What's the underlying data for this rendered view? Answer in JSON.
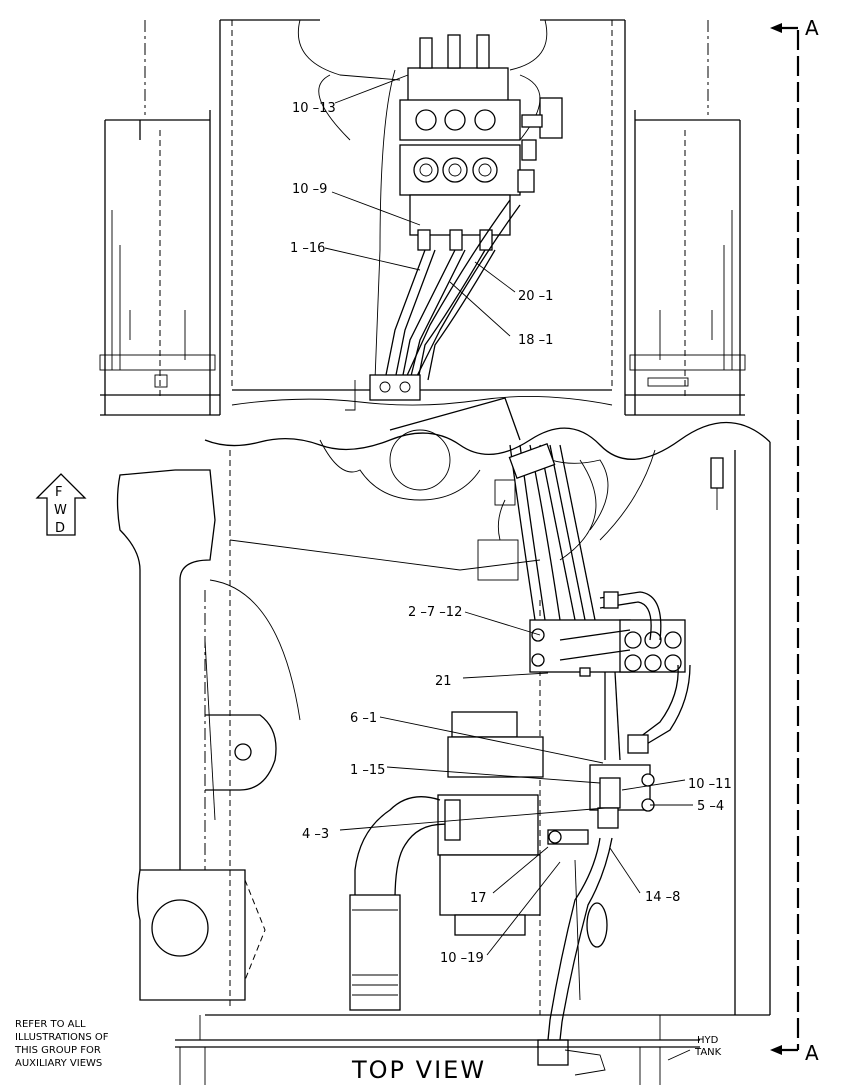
{
  "view_title": "TOP VIEW",
  "section_marker": {
    "top": "A",
    "bottom": "A"
  },
  "forward_indicator": {
    "letters": [
      "F",
      "W",
      "D"
    ]
  },
  "note_lines": [
    "REFER TO ALL",
    "ILLUSTRATIONS OF",
    "THIS GROUP FOR",
    "AUXILIARY VIEWS"
  ],
  "tank_label": [
    "HYD",
    "TANK"
  ],
  "callouts": [
    {
      "id": "c-10-13",
      "text": "10 –13"
    },
    {
      "id": "c-10-9",
      "text": "10 –9"
    },
    {
      "id": "c-1-16",
      "text": "1 –16"
    },
    {
      "id": "c-20-1",
      "text": "20 –1"
    },
    {
      "id": "c-18-1",
      "text": "18 –1"
    },
    {
      "id": "c-2-7-12",
      "text": "2 –7 –12"
    },
    {
      "id": "c-21",
      "text": "21"
    },
    {
      "id": "c-6-1",
      "text": "6 –1"
    },
    {
      "id": "c-1-15",
      "text": "1 –15"
    },
    {
      "id": "c-10-11",
      "text": "10 –11"
    },
    {
      "id": "c-5-4",
      "text": "5 –4"
    },
    {
      "id": "c-4-3",
      "text": "4 –3"
    },
    {
      "id": "c-17",
      "text": "17"
    },
    {
      "id": "c-14-8",
      "text": "14 –8"
    },
    {
      "id": "c-10-19",
      "text": "10 –19"
    }
  ]
}
